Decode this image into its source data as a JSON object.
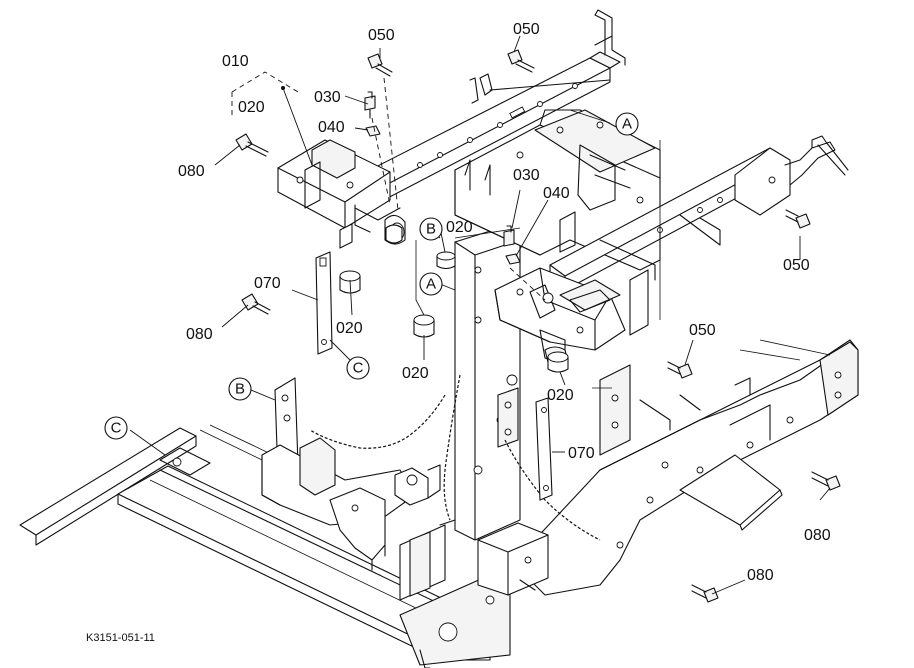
{
  "diagram": {
    "reference": "K3151-051-11",
    "part_labels": {
      "p010": "010",
      "p020_a": "020",
      "p020_b": "020",
      "p020_c": "020",
      "p020_d": "020",
      "p020_e": "020",
      "p030_a": "030",
      "p030_b": "030",
      "p040_a": "040",
      "p040_b": "040",
      "p050_a": "050",
      "p050_b": "050",
      "p050_c": "050",
      "p050_d": "050",
      "p070_a": "070",
      "p070_b": "070",
      "p080_a": "080",
      "p080_b": "080",
      "p080_c": "080",
      "p080_d": "080"
    },
    "callouts": {
      "a1": "A",
      "a2": "A",
      "b1": "B",
      "b2": "B",
      "c1": "C",
      "c2": "C"
    }
  }
}
